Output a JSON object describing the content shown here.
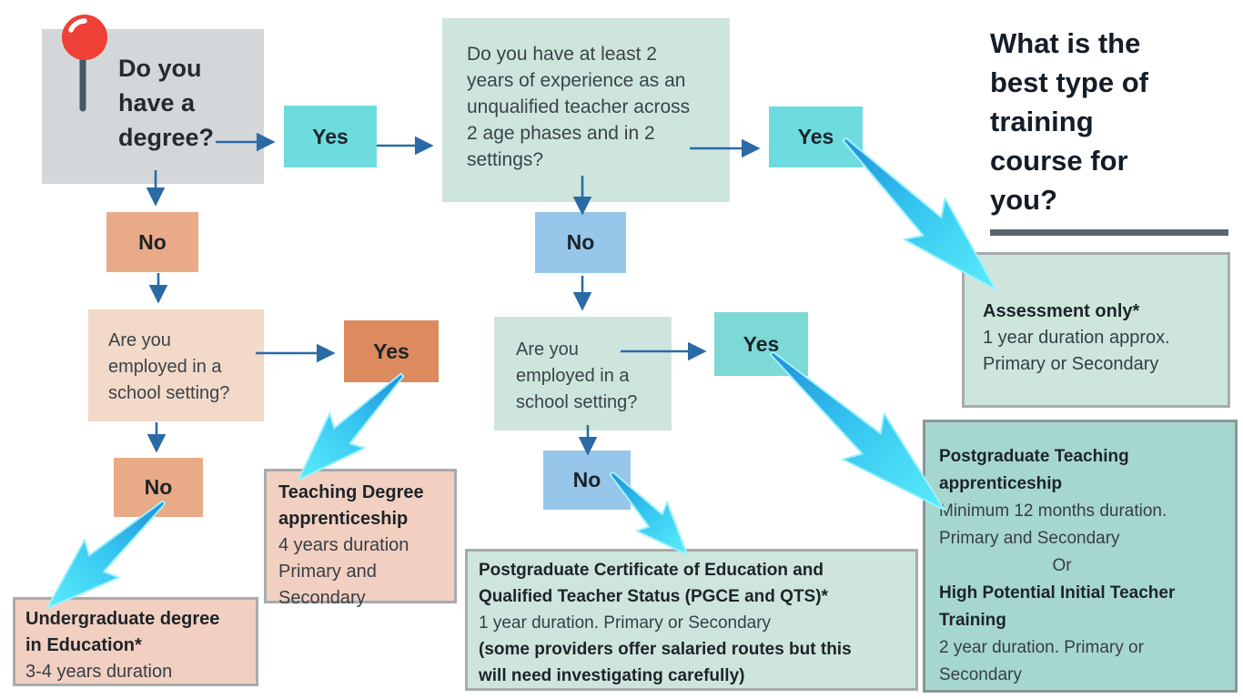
{
  "title": {
    "full": "What is the best type of training course for you?",
    "lines": [
      "What is the",
      "best type of",
      "training",
      "course for",
      "you?"
    ]
  },
  "labels": {
    "yes": "Yes",
    "no": "No"
  },
  "questions": {
    "degree": "Do you have a degree?",
    "experience": "Do you have at least 2 years of experience as an unqualified teacher across 2 age phases and in 2 settings?",
    "employed": "Are you employed in a school setting?"
  },
  "outcomes": {
    "assessment": {
      "heading": "Assessment only*",
      "duration": "1 year duration approx.",
      "phases": "Primary or Secondary"
    },
    "teaching_degree": {
      "heading_line1": "Teaching Degree",
      "heading_line2": "apprenticeship",
      "duration": "4 years duration",
      "phases_line1": "Primary and",
      "phases_line2": "Secondary"
    },
    "undergraduate": {
      "heading_line1": "Undergraduate degree",
      "heading_line2": "in Education*",
      "duration": "3-4 years duration"
    },
    "pgce": {
      "heading_line1": "Postgraduate Certificate of Education and",
      "heading_line2": "Qualified Teacher Status (PGCE and QTS)*",
      "duration": "1 year duration. Primary or Secondary",
      "note_line1": "(some providers offer salaried routes but this",
      "note_line2": "will need investigating carefully)"
    },
    "pta": {
      "heading_line1": "Postgraduate Teaching",
      "heading_line2": "apprenticeship",
      "duration": "Minimum 12 months duration.",
      "phases": "Primary and Secondary",
      "or_word": "Or",
      "alt_heading_line1": "High Potential Initial Teacher",
      "alt_heading_line2": "Training",
      "alt_duration_line1": "2 year duration. Primary or",
      "alt_duration_line2": "Secondary"
    }
  },
  "icons": {
    "pin": "red-pushpin-icon",
    "big_arrow": "glossy-cyan-3d-arrow"
  },
  "colors": {
    "box-gray": "#d3d7da",
    "sage": "#cee5de",
    "teal-yes": "#6edcde",
    "teal-yes-mid": "#7cd9d6",
    "salmon": "#e9aa87",
    "orange": "#dc8a5e",
    "peach-q": "#f3d9c8",
    "peach-result": "#f2d0c1",
    "blue-no": "#96c6e9",
    "teal-result": "#a6d7ce",
    "border-gray": "#a7abad",
    "arrow-thin": "#2b6ba5",
    "underline": "#5c666e",
    "pin-red": "#ee4036",
    "pin-stem": "#47565f"
  }
}
